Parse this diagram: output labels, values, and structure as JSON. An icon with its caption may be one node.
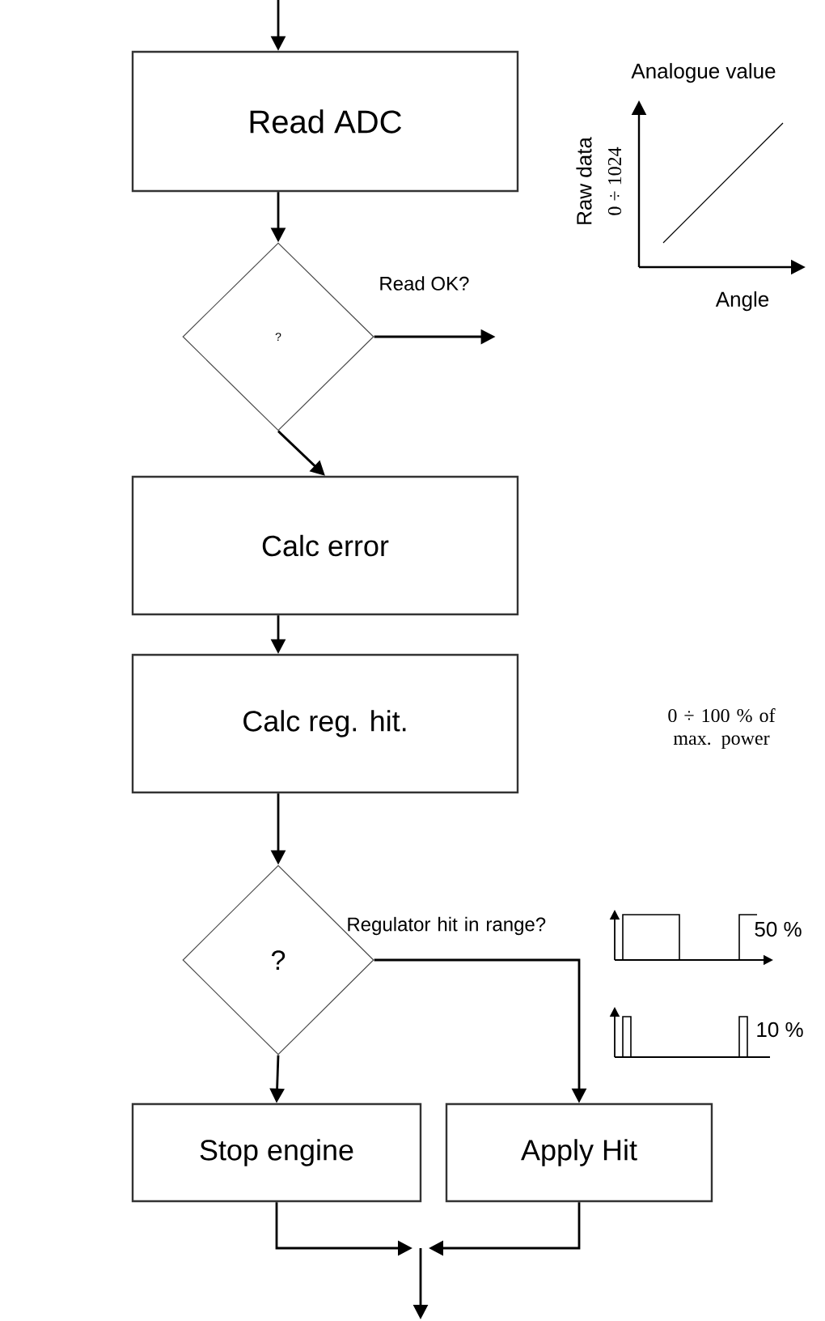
{
  "diagram": {
    "nodes": [
      {
        "text": [
          "Read ADC"
        ]
      },
      {
        "text": [
          "?"
        ],
        "beside": [
          "Read OK?"
        ]
      },
      {
        "text": [
          "Calc error"
        ]
      },
      {
        "text": [
          "Calc reg. hit."
        ]
      },
      {
        "text": [
          "?"
        ],
        "beside": [
          "Regulator hit in range?"
        ]
      },
      {
        "text": [
          "Stop engine"
        ]
      },
      {
        "text": [
          "Apply Hit"
        ]
      }
    ],
    "edges": [
      {
        "from": null,
        "to": 0,
        "arrow": "to"
      },
      {
        "from": 0,
        "to": 1,
        "arrow": "to"
      },
      {
        "from": 1,
        "to": null,
        "arrow": "to"
      },
      {
        "from": 1,
        "to": 2,
        "arrow": "to"
      },
      {
        "from": 2,
        "to": 3,
        "arrow": "to"
      },
      {
        "from": 3,
        "to": 4,
        "arrow": "to"
      },
      {
        "from": 4,
        "to": 5,
        "arrow": "to"
      },
      {
        "from": 4,
        "to": 6,
        "arrow": "to"
      },
      {
        "from": 5,
        "to": null,
        "arrow": "to"
      },
      {
        "from": 6,
        "to": null,
        "arrow": "to"
      }
    ],
    "labels": [
      "Analogue value",
      "Raw data",
      "0 ÷ 1024",
      "Angle",
      "0 ÷ 100 % of max. power",
      "50 %",
      "10 %"
    ]
  }
}
